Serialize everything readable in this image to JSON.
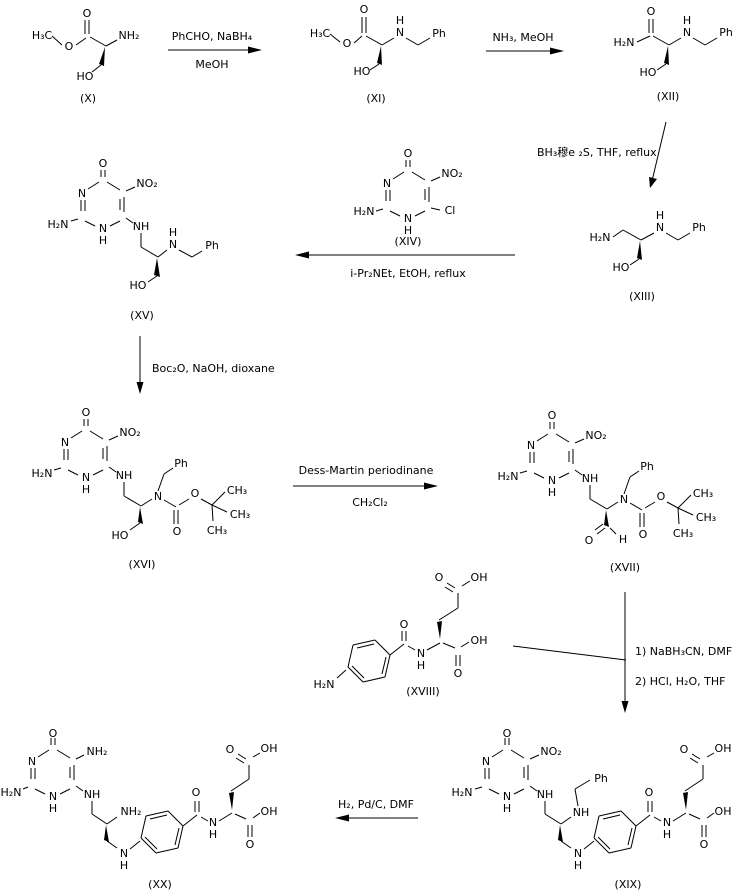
{
  "atoms": {
    "o": "O",
    "n": "N",
    "h": "H",
    "cl": "Cl",
    "ph": "Ph",
    "ho": "HO",
    "oh": "OH",
    "h3c": "H₃C",
    "h2n": "H₂N",
    "nh": "NH",
    "nh2": "NH₂",
    "no2": "NO₂",
    "ch3": "CH₃"
  },
  "compounds": {
    "x": {
      "id": "(X)"
    },
    "xi": {
      "id": "(XI)"
    },
    "xii": {
      "id": "(XII)"
    },
    "xiii": {
      "id": "(XIII)"
    },
    "xiv": {
      "id": "(XIV)"
    },
    "xv": {
      "id": "(XV)"
    },
    "xvi": {
      "id": "(XVI)"
    },
    "xvii": {
      "id": "(XVII)"
    },
    "xviii": {
      "id": "(XVIII)"
    },
    "xix": {
      "id": "(XIX)"
    },
    "xx": {
      "id": "(XX)"
    }
  },
  "steps": {
    "s1": {
      "above": "PhCHO, NaBH₄",
      "below": "MeOH"
    },
    "s2": {
      "label": "NH₃, MeOH"
    },
    "s3": {
      "label": "BH₃穆e ₂S, THF, reflux"
    },
    "s4": {
      "label": "i-Pr₂NEt, EtOH, reflux"
    },
    "s5": {
      "label": "Boc₂O, NaOH, dioxane"
    },
    "s6": {
      "above": "Dess-Martin periodinane",
      "below": "CH₂Cl₂"
    },
    "s7": {
      "line1": "1) NaBH₃CN, DMF",
      "line2": "2) HCl, H₂O, THF"
    },
    "s8": {
      "label": "H₂, Pd/C, DMF"
    }
  }
}
